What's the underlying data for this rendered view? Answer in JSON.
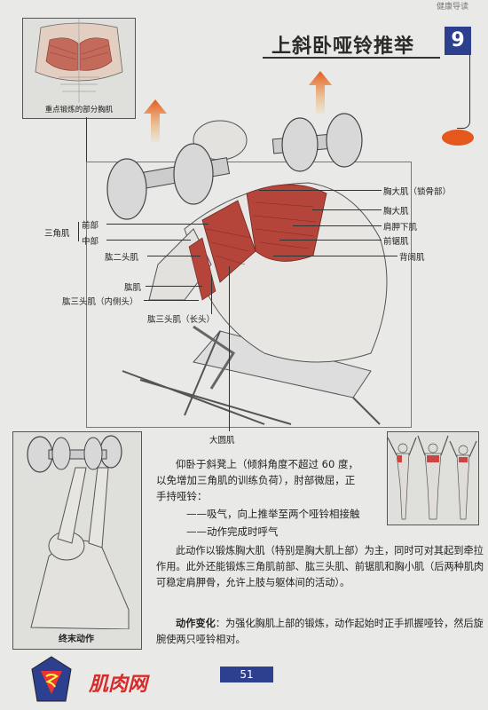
{
  "running_head": "健康导读",
  "title": "上斜卧哑铃推举",
  "chapter_number": "9",
  "thumbnail_caption": "重点锻炼的部分胸肌",
  "labels": {
    "pec_clavicular": "胸大肌（锁骨部）",
    "pec_major": "胸大肌",
    "scapula": "肩胛下肌",
    "serratus": "前锯肌",
    "lat": "背阔肌",
    "deltoid": "三角肌",
    "front": "前部",
    "middle": "中部",
    "biceps": "肱二头肌",
    "brachialis": "肱肌",
    "triceps_medial": "肱三头肌（内侧头）",
    "triceps_long": "肱三头肌（长头）",
    "teres_major": "大圆肌"
  },
  "end_caption": "终末动作",
  "instructions": {
    "line1": "仰卧于斜凳上（倾斜角度不超过 60 度，",
    "line2": "以免增加三角肌的训练负荷），肘部微屈，正",
    "line3": "手持哑铃：",
    "step1": "——吸气，向上推举至两个哑铃相接触",
    "step2": "——动作完成时呼气"
  },
  "description": "此动作以锻炼胸大肌（特别是胸大肌上部）为主，同时可对其起到牵拉作用。此外还能锻炼三角肌前部、肱三头肌、前锯肌和胸小肌（后两种肌肉可稳定肩胛骨，允许上肢与躯体间的活动）。",
  "variation": {
    "label": "动作变化",
    "text": "：为强化胸肌上部的锻炼，动作起始时正手抓握哑铃，然后旋腕使两只哑铃相对。"
  },
  "watermark_text": "肌肉网",
  "page_number": "51",
  "colors": {
    "accent": "#2d3f8f",
    "arrow": "#e4581e",
    "muscle": "#b5443a"
  }
}
